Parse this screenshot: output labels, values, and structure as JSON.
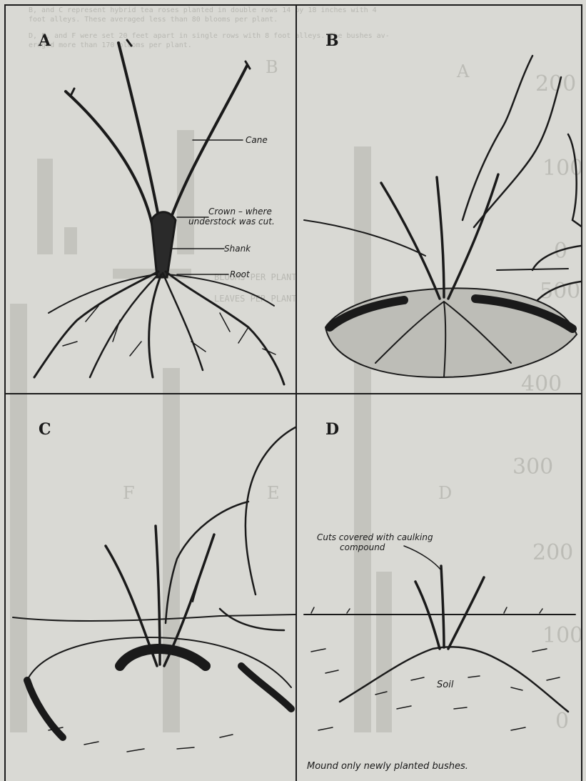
{
  "panels": {
    "a": {
      "letter": "A",
      "labels": {
        "cane": "Cane",
        "crown": "Crown – where",
        "crown2": "understock was cut.",
        "shank": "Shank",
        "root": "Root"
      }
    },
    "b": {
      "letter": "B"
    },
    "c": {
      "letter": "C"
    },
    "d": {
      "letter": "D",
      "labels": {
        "cuts": "Cuts covered with caulking",
        "cuts2": "compound",
        "soil": "Soil",
        "caption": "Mound only newly planted bushes."
      }
    }
  },
  "bleed_through": {
    "text_line1": "B, and C represent hybrid tea roses planted in double rows 14 by 18 inches with 4",
    "text_line2": "foot alleys. These averaged less than 80 blooms per plant.",
    "text_line3": "D, E, and F were set 20 feet apart in single rows with 8 foot alleys. The bushes av-",
    "text_line4": "eraged more than 170 blooms per plant.",
    "letters": [
      "A",
      "B",
      "D",
      "E",
      "F"
    ],
    "axis": [
      "200",
      "100",
      "0",
      "500",
      "400",
      "300",
      "200",
      "100",
      "0"
    ],
    "axis_label_1": "BLOOMS PER PLANT",
    "axis_label_2": "LEAVES PER PLANT"
  },
  "colors": {
    "ink": "#1a1a1a",
    "paper": "#d9d9d4",
    "bleed": "#c4c4be"
  }
}
